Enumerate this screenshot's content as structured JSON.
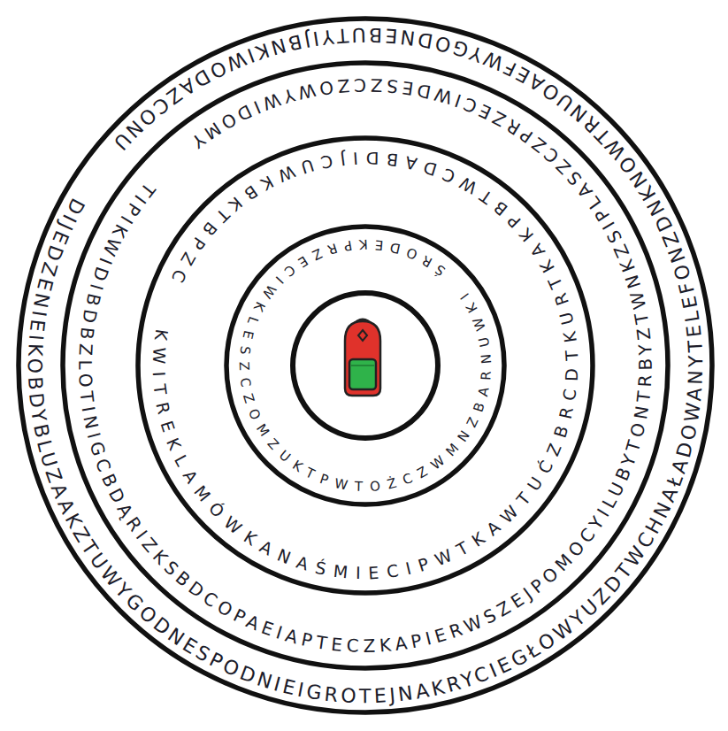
{
  "diagram": {
    "nodes": [
      {
        "text": [
          "DIJEDZENIEIKOBDYBLUZAAKZTUWYGODNESPODNIEIGROTEJNAKRYCIEGŁOWYUZDTWCHNAŁADOWANYTELEFONZDNKNOWTRNUOAEFWYGODNEBUTYIJBNKIWODAZCONU"
        ]
      },
      {
        "text": [
          "TIPIKWIDIBDBZLOTINIGCBDĄRIZKSBDCOPAEIAPTECZKAPIERWSZEJPOMOCYILUBYTONTRBYZTWNKZSIPLASZCZPRZECIWDESZCZOWYWIDOMY"
        ],
        "in": 0
      },
      {
        "text": [
          "KWITREKLAMÓWKANAŚMIECIPWTKAWTUĆZBRCDTKURTKAKPBTWCDABDIJCUWKBKTBPZC"
        ],
        "in": 1
      },
      {
        "text": [
          "ŚRODEKPRZECIWKLESZCZOMZUKTPWTOŻCZWMNZBARNUWKI"
        ],
        "in": 2
      }
    ]
  }
}
